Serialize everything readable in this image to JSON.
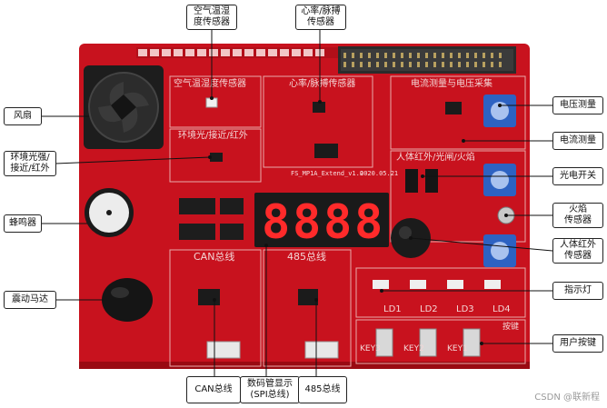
{
  "board": {
    "colors": {
      "pcb": "#c8121e",
      "pcb_dark": "#9a0a12",
      "callout_line": "#111111",
      "led_segment": "#ff2a2a"
    },
    "silkscreen": {
      "section_air": "空气温湿度传感器",
      "section_heart": "心率/脉搏传感器",
      "section_current": "电流测量与电压采集",
      "section_env": "环境光/接近/红外",
      "section_body": "人体红外/光闸/火焰",
      "section_can": "CAN总线",
      "section_485": "485总线",
      "model": "FS_MP1A_Extend_v1.0",
      "date": "2020.05.21",
      "leds": [
        "LD1",
        "LD2",
        "LD3",
        "LD4"
      ],
      "keys": [
        "KEY3",
        "KEY2",
        "KEY1"
      ],
      "key_label": "按键",
      "display_digits": [
        "8",
        "8",
        "8",
        "8"
      ]
    }
  },
  "callouts": {
    "air_sensor": "空气温湿\n度传感器",
    "heart_sensor": "心率/脉搏\n传感器",
    "fan": "风扇",
    "env_light": "环境光强/\n接近/红外",
    "buzzer": "蜂鸣器",
    "vibration_motor": "震动马达",
    "voltage": "电压测量",
    "current": "电流测量",
    "photo_switch": "光电开关",
    "flame_sensor": "火焰\n传感器",
    "body_ir": "人体红外\n传感器",
    "indicator": "指示灯",
    "user_keys": "用户按键",
    "can_bus": "CAN总线",
    "seg_display": "数码管显示\n(SPI总线)",
    "rs485": "485总线"
  },
  "watermark": "CSDN @联新程"
}
